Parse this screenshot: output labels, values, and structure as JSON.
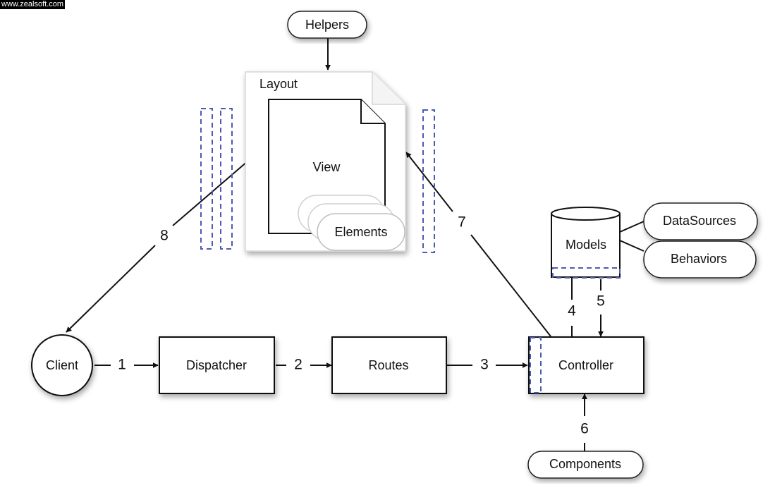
{
  "watermark": "www.zealsoft.com",
  "nodes": {
    "helpers": "Helpers",
    "layout": "Layout",
    "view": "View",
    "elements": "Elements",
    "models": "Models",
    "datasources": "DataSources",
    "behaviors": "Behaviors",
    "client": "Client",
    "dispatcher": "Dispatcher",
    "routes": "Routes",
    "controller": "Controller",
    "components": "Components"
  },
  "steps": [
    "1",
    "2",
    "3",
    "4",
    "5",
    "6",
    "7",
    "8"
  ]
}
